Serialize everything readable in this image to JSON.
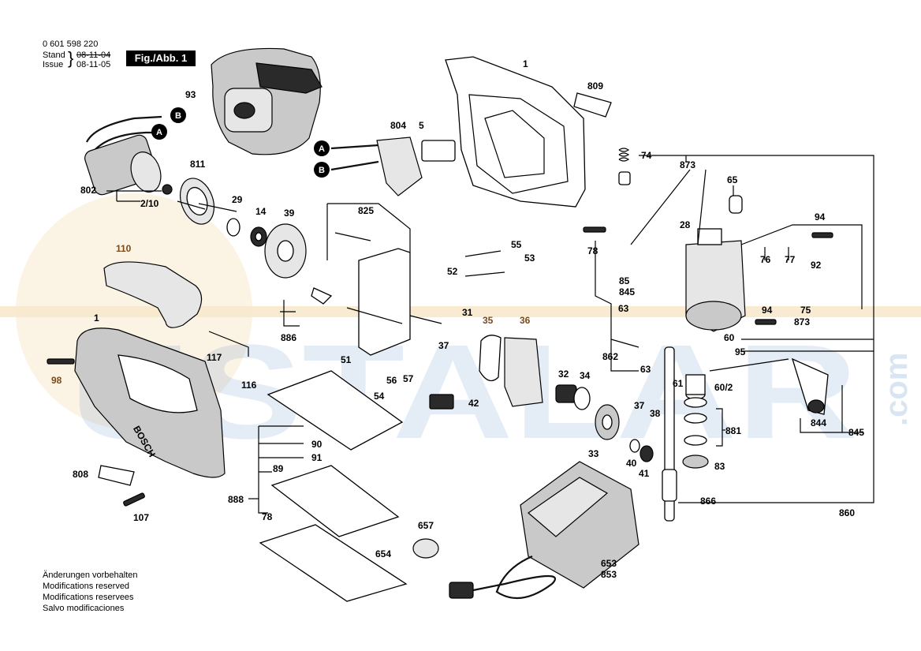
{
  "header": {
    "part_number": "0 601 598 220",
    "stand_label": "Stand",
    "issue_label": "Issue",
    "stand_date": "08-11-04",
    "issue_date": "08-11-05",
    "figure_label": "Fig./Abb. 1"
  },
  "footer": {
    "lines": [
      "Änderungen vorbehalten",
      "Modifications reserved",
      "Modifications reservees",
      "Salvo modificaciones"
    ]
  },
  "watermark": {
    "text": "USTALAR",
    "suffix": ".com"
  },
  "wire_markers": {
    "a": "A",
    "b": "B"
  },
  "brand_on_housing": "BOSCH",
  "labels": {
    "l1_top": "1",
    "l809": "809",
    "l93": "93",
    "l804": "804",
    "l5": "5",
    "l802": "802",
    "l2_10": "2/10",
    "l811": "811",
    "l29": "29",
    "l14": "14",
    "l39": "39",
    "l825": "825",
    "l55": "55",
    "l53": "53",
    "l52": "52",
    "l110": "110",
    "l1_left": "1",
    "l117": "117",
    "l98": "98",
    "l116": "116",
    "l886": "886",
    "l31": "31",
    "l35": "35",
    "l36": "36",
    "l37": "37",
    "l51": "51",
    "l56": "56",
    "l57": "57",
    "l54": "54",
    "l42": "42",
    "l32": "32",
    "l34": "34",
    "l90": "90",
    "l91": "91",
    "l89": "89",
    "l888": "888",
    "l78_bottom": "78",
    "l808": "808",
    "l107": "107",
    "l657": "657",
    "l654": "654",
    "l653": "653",
    "l853": "853",
    "l33": "33",
    "l37b": "37",
    "l38": "38",
    "l40": "40",
    "l41": "41",
    "l866": "866",
    "l860": "860",
    "l74": "74",
    "l873_top": "873",
    "l65": "65",
    "l28": "28",
    "l78_top": "78",
    "l94_top": "94",
    "l76": "76",
    "l77": "77",
    "l92": "92",
    "l85": "85",
    "l845_top": "845",
    "l75": "75",
    "l63_top": "63",
    "l94_mid": "94",
    "l873_mid": "873",
    "l60": "60",
    "l95": "95",
    "l862": "862",
    "l63_mid": "63",
    "l61": "61",
    "l60_2": "60/2",
    "l881": "881",
    "l83": "83",
    "l844": "844",
    "l845_bottom": "845"
  }
}
